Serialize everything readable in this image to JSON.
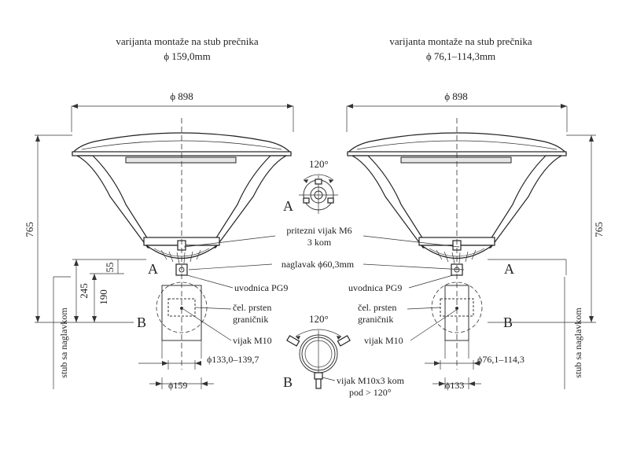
{
  "left_view": {
    "title_line1": "varijanta montaže na stub prečnika",
    "title_line2": "ϕ 159,0mm",
    "width_dim": "ϕ 898",
    "height_dim": "765",
    "dim_245": "245",
    "dim_190": "190",
    "dim_55": "55",
    "section_a": "A",
    "section_b": "B",
    "post_label": "stub sa naglavkom",
    "bore_dim": "ϕ133,0–139,7",
    "post_dim": "ϕ159"
  },
  "right_view": {
    "title_line1": "varijanta montaže na stub prečnika",
    "title_line2": "ϕ 76,1–114,3mm",
    "width_dim": "ϕ 898",
    "height_dim": "765",
    "section_a": "A",
    "section_b": "B",
    "post_label": "stub sa naglavkom",
    "bore_dim": "ϕ76,1–114,3",
    "post_dim": "ϕ133"
  },
  "center": {
    "detail_a_label": "A",
    "detail_a_angle": "120°",
    "detail_b_label": "B",
    "detail_b_angle": "120°",
    "screw_m6_line1": "pritezni vijak M6",
    "screw_m6_line2": "3 kom",
    "sleeve": "naglavak ϕ60,3mm",
    "gland_left": "uvodnica PG9",
    "gland_right": "uvodnica PG9",
    "ring_left_line1": "čel. prsten",
    "ring_left_line2": "graničnik",
    "ring_right_line1": "čel. prsten",
    "ring_right_line2": "graničnik",
    "bolt_left": "vijak M10",
    "bolt_right": "vijak M10",
    "bolts_line1": "vijak M10x3 kom",
    "bolts_line2": "pod > 120°"
  }
}
